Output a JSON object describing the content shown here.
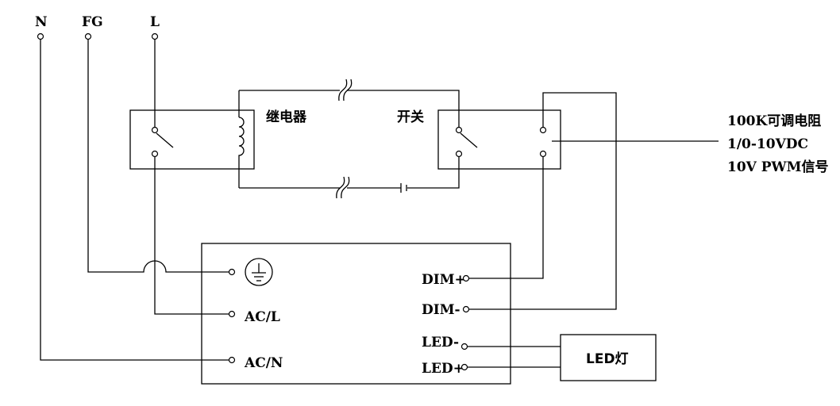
{
  "terminals": {
    "n": "N",
    "fg": "FG",
    "l": "L"
  },
  "relay_label": "继电器",
  "switch_label": "开关",
  "control_options": [
    "100K可调电阻",
    "1/0-10VDC",
    "10V PWM信号"
  ],
  "driver": {
    "dim_plus": "DIM+",
    "dim_minus": "DIM-",
    "led_minus": "LED-",
    "led_plus": "LED+",
    "ac_l": "AC/L",
    "ac_n": "AC/N",
    "ground_icon": "earth-ground-icon"
  },
  "led_lamp_label": "LED灯"
}
